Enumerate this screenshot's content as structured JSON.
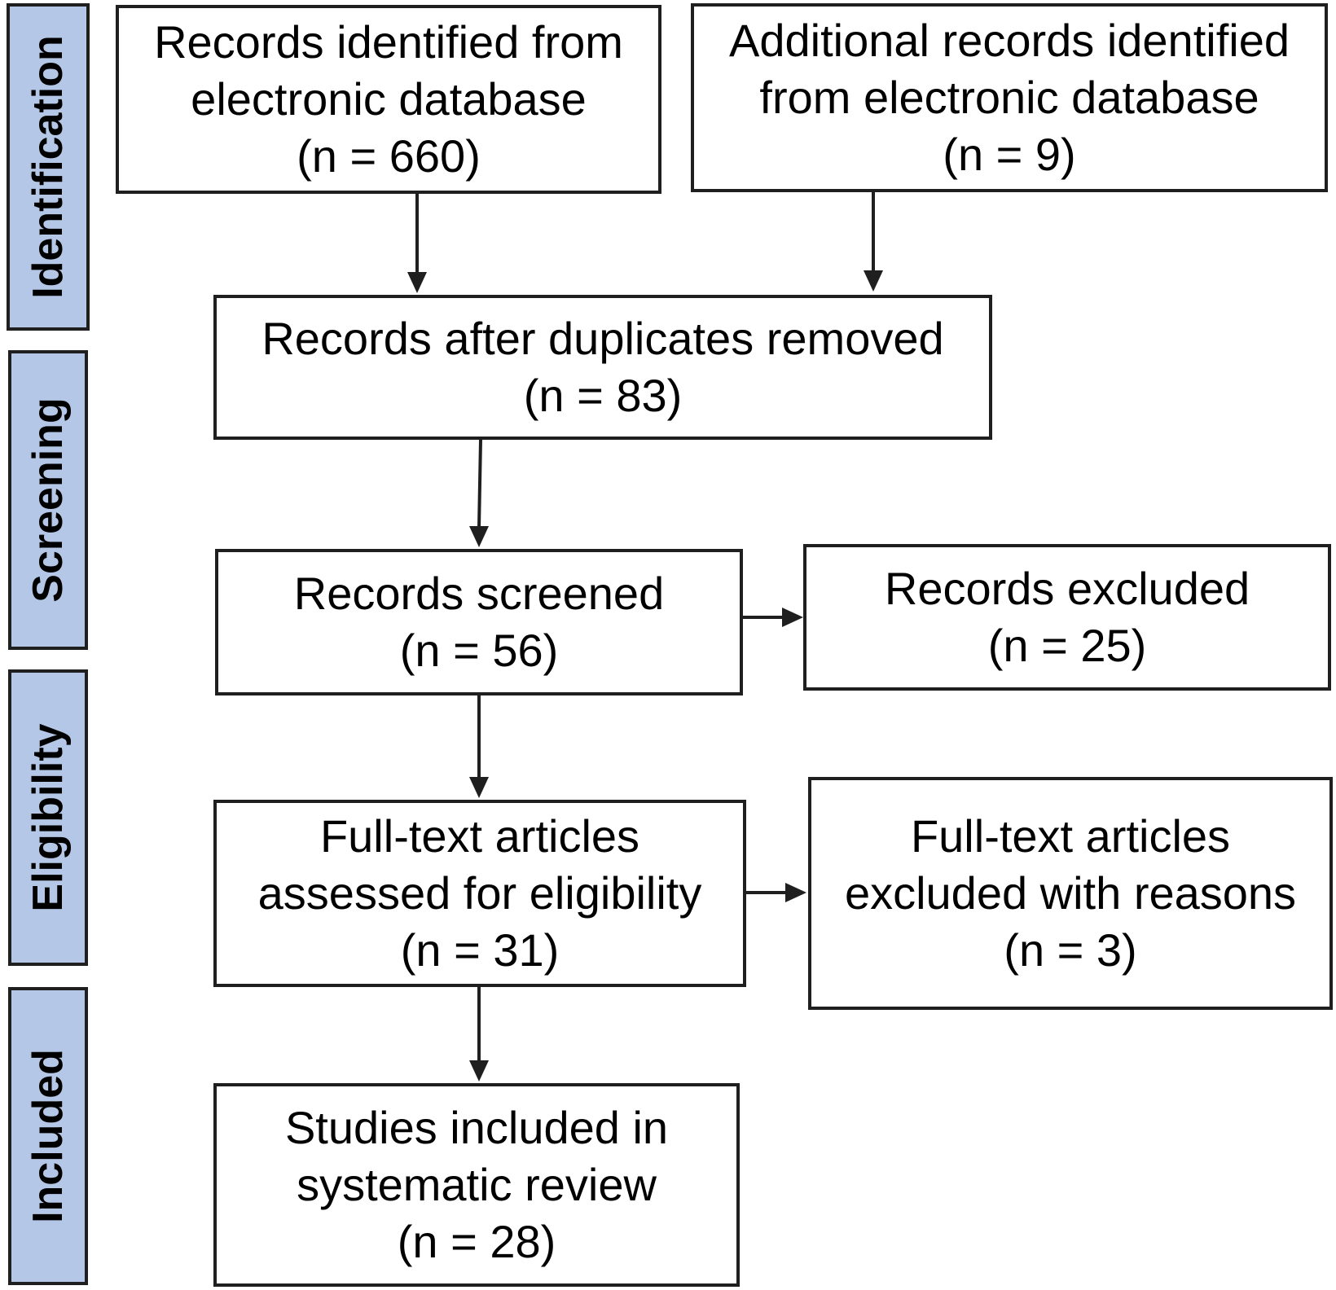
{
  "phases": {
    "identification": "Identification",
    "screening": "Screening",
    "eligibility": "Eligibility",
    "included": "Included"
  },
  "boxes": {
    "records_identified": {
      "line1": "Records identified from",
      "line2": "electronic database",
      "count": "(n = 660)"
    },
    "additional_records": {
      "line1": "Additional records identified",
      "line2": "from electronic database",
      "count": "(n = 9)"
    },
    "after_duplicates": {
      "line1": "Records after duplicates removed",
      "count": "(n = 83)"
    },
    "screened": {
      "line1": "Records screened",
      "count": "(n = 56)"
    },
    "excluded": {
      "line1": "Records excluded",
      "count": "(n = 25)"
    },
    "fulltext_assessed": {
      "line1": "Full-text articles",
      "line2": "assessed for eligibility",
      "count": "(n = 31)"
    },
    "fulltext_excluded": {
      "line1": "Full-text articles",
      "line2": "excluded with reasons",
      "count": "(n = 3)"
    },
    "included": {
      "line1": "Studies included in",
      "line2": "systematic review",
      "count": "(n = 28)"
    }
  },
  "colors": {
    "phase_fill": "#b4c7e7",
    "stroke": "#1f1f1f"
  }
}
